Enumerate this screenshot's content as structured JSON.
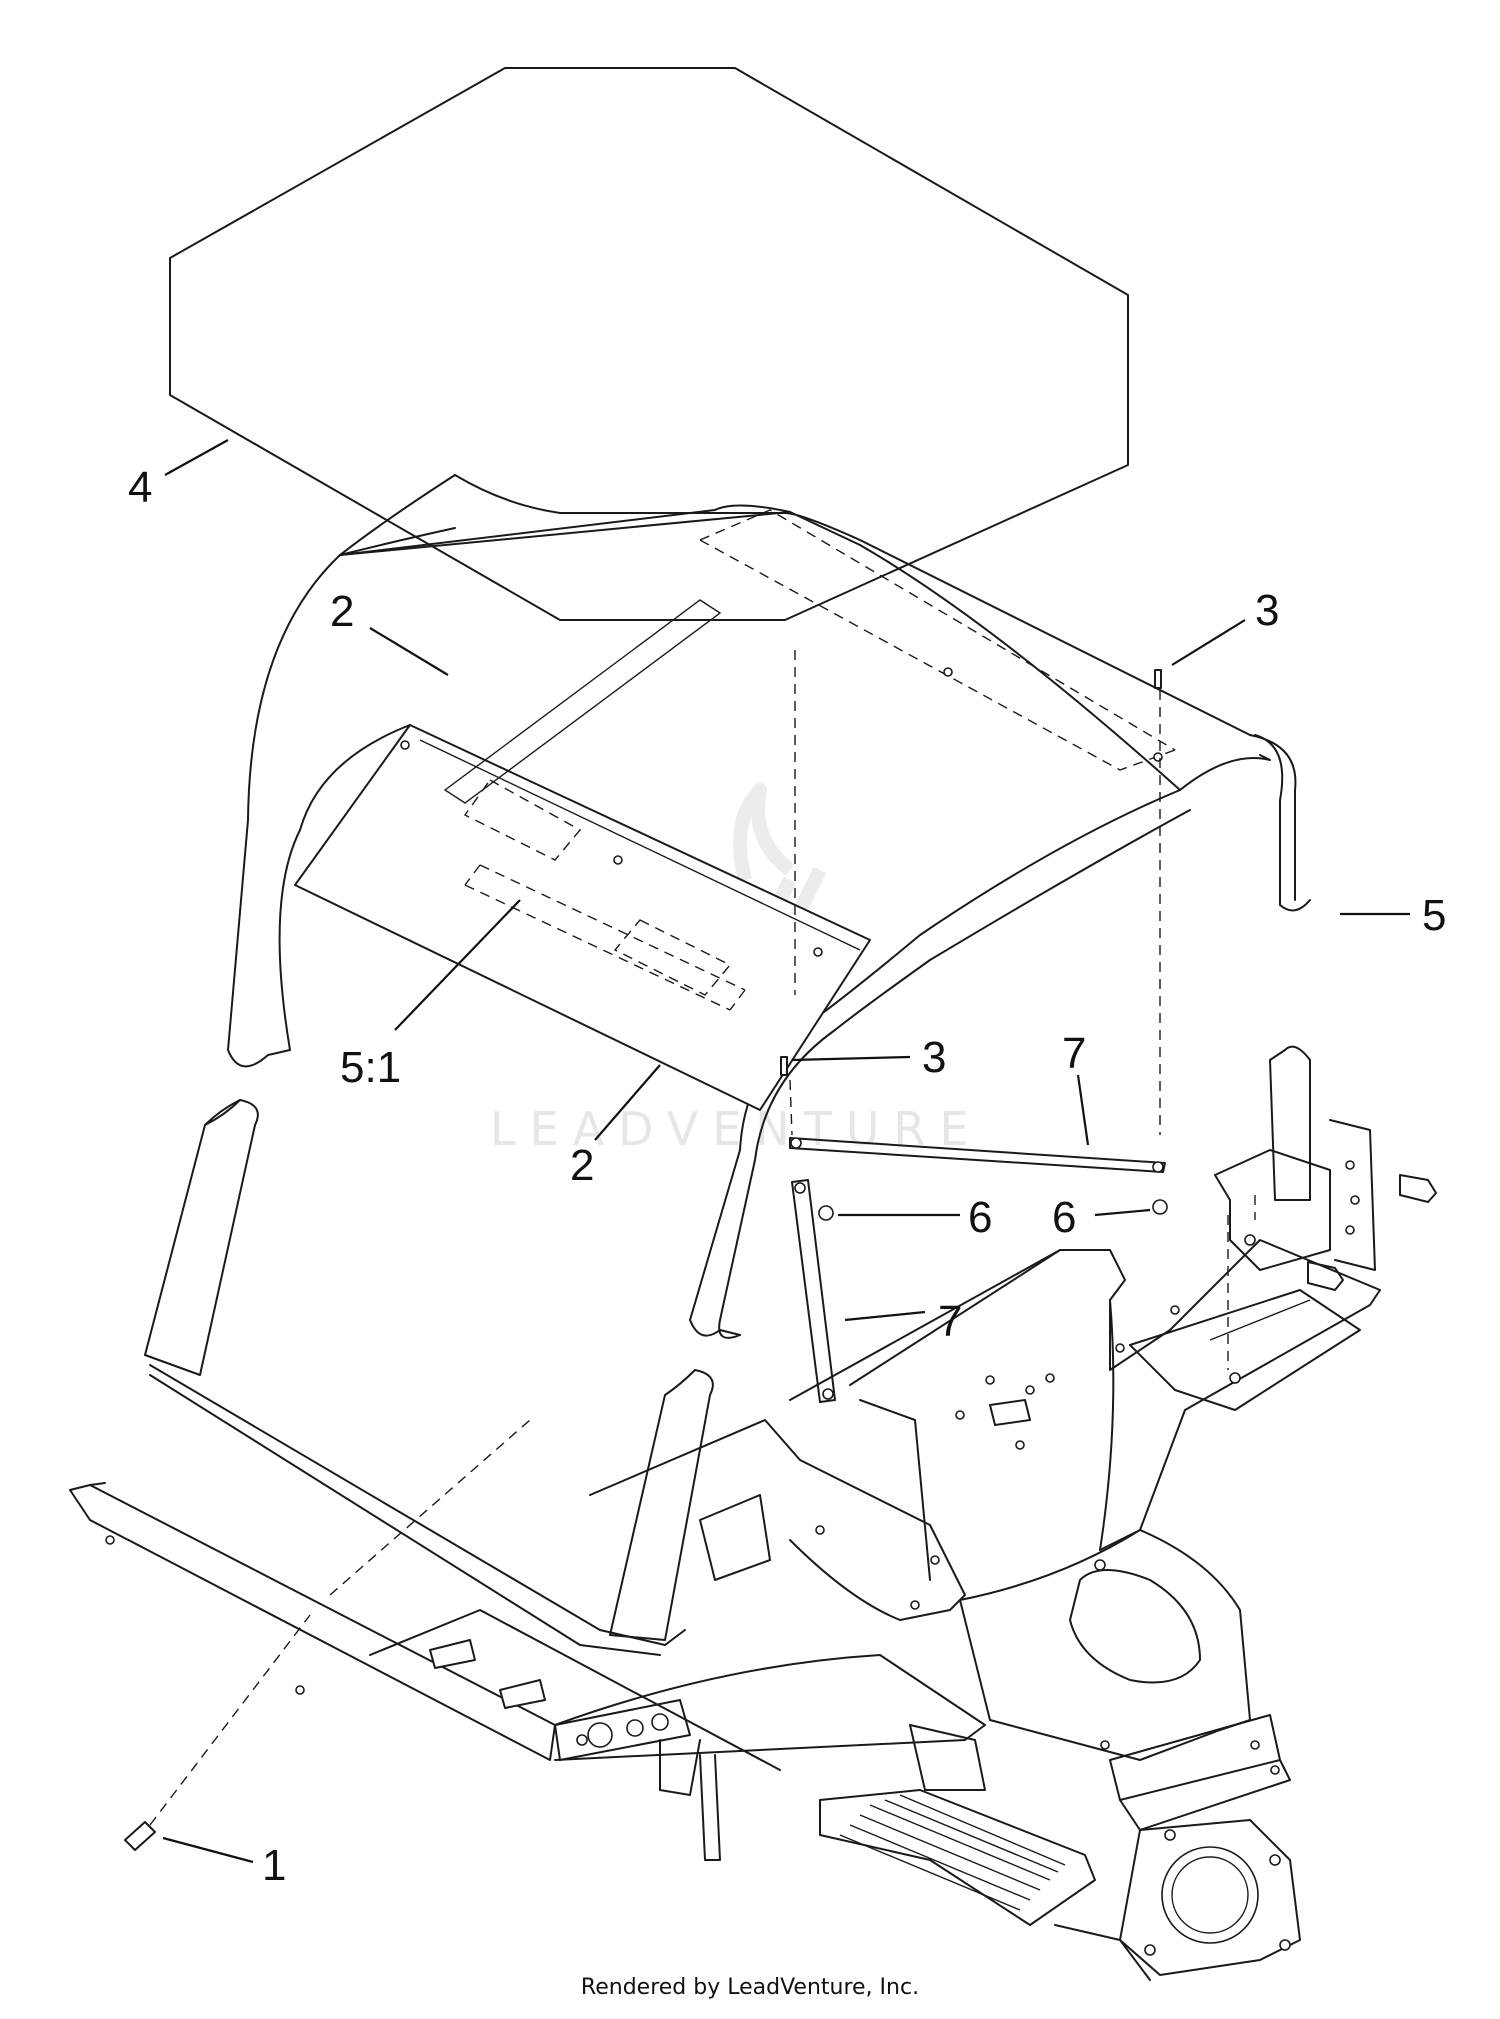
{
  "callouts": [
    {
      "id": "c1",
      "label": "1"
    },
    {
      "id": "c2a",
      "label": "2"
    },
    {
      "id": "c2b",
      "label": "2"
    },
    {
      "id": "c3a",
      "label": "3"
    },
    {
      "id": "c3b",
      "label": "3"
    },
    {
      "id": "c4",
      "label": "4"
    },
    {
      "id": "c5",
      "label": "5"
    },
    {
      "id": "c51",
      "label": "5:1"
    },
    {
      "id": "c6a",
      "label": "6"
    },
    {
      "id": "c6b",
      "label": "6"
    },
    {
      "id": "c7a",
      "label": "7"
    },
    {
      "id": "c7b",
      "label": "7"
    }
  ],
  "watermark": {
    "text": "LEADVENTURE"
  },
  "footer": {
    "text": "Rendered by LeadVenture, Inc."
  }
}
